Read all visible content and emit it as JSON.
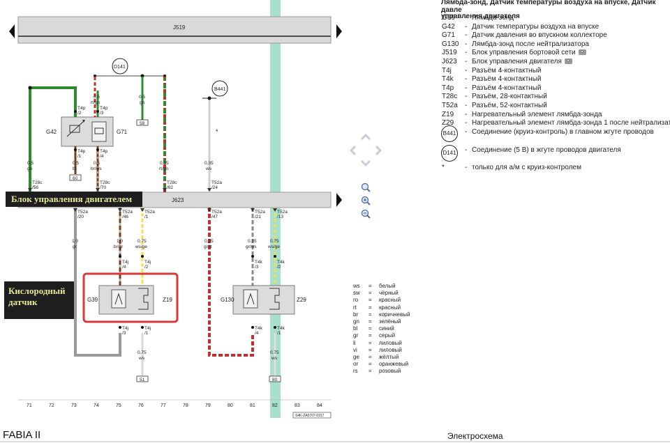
{
  "bus_top_label": "J519",
  "bus_mid_label": "J623",
  "legend": {
    "title_line1": "Лямбда-зонд, Датчик температуры воздуха на впуске, Датчик давле",
    "title_line2": "управления двигателя",
    "items": [
      {
        "code": "G39",
        "desc": "Лямбда-зонд",
        "camera": false
      },
      {
        "code": "G42",
        "desc": "Датчик температуры воздуха на впуске",
        "camera": false
      },
      {
        "code": "G71",
        "desc": "Датчик давления во впускном коллекторе",
        "camera": false
      },
      {
        "code": "G130",
        "desc": "Лямбда-зонд после нейтрализатора",
        "camera": false
      },
      {
        "code": "J519",
        "desc": "Блок управления бортовой сети",
        "camera": true
      },
      {
        "code": "J623",
        "desc": "Блок управления двигателя",
        "camera": true
      },
      {
        "code": "T4j",
        "desc": "Разъём 4-контактный",
        "camera": false
      },
      {
        "code": "T4k",
        "desc": "Разъём 4-контактный",
        "camera": false
      },
      {
        "code": "T4p",
        "desc": "Разъём 4-контактный",
        "camera": false
      },
      {
        "code": "T28c",
        "desc": "Разъём, 28-контактный",
        "camera": false
      },
      {
        "code": "T52a",
        "desc": "Разъём, 52-контактный",
        "camera": false
      },
      {
        "code": "Z19",
        "desc": "Нагревательный элемент лямбда-зонда",
        "camera": false
      },
      {
        "code": "Z29",
        "desc": "Нагревательный элемент лямбда-зонда 1 после нейтрализатора",
        "camera": false
      }
    ],
    "circle_items": [
      {
        "code": "B441",
        "desc": "Соединение (круиз-контроль) в главном жгуте проводов"
      },
      {
        "code": "D141",
        "desc": "Соединение (5 В) в жгуте проводов двигателя"
      }
    ],
    "star_item": {
      "code": "*",
      "desc": "только для а/м с круиз-контролем"
    }
  },
  "color_codes": [
    {
      "k": "ws",
      "v": "белый"
    },
    {
      "k": "sw",
      "v": "чёрный"
    },
    {
      "k": "ro",
      "v": "красный"
    },
    {
      "k": "rt",
      "v": "красный"
    },
    {
      "k": "br",
      "v": "коричневый"
    },
    {
      "k": "gn",
      "v": "зелёный"
    },
    {
      "k": "bl",
      "v": "синий"
    },
    {
      "k": "gr",
      "v": "серый"
    },
    {
      "k": "li",
      "v": "лиловый"
    },
    {
      "k": "vi",
      "v": "лиловый"
    },
    {
      "k": "ge",
      "v": "жёлтый"
    },
    {
      "k": "or",
      "v": "оранжевый"
    },
    {
      "k": "rs",
      "v": "розовый"
    }
  ],
  "callouts": {
    "ecu": "Блок управления двигателем",
    "o2_line1": "Кислородный",
    "o2_line2": "датчик"
  },
  "components": {
    "g42": "G42",
    "g71": "G71",
    "g39": "G39",
    "z19": "Z19",
    "g130": "G130",
    "z29": "Z29",
    "d141": "D141",
    "b441": "B441"
  },
  "wires": {
    "w1_size": "0.5",
    "w1_color": "gn",
    "w2_size": "0.5",
    "w2_color": "br",
    "w3_size": "0.5",
    "w3_color": "br/ws",
    "w4_size": "0.5",
    "w4_color": "rt/gn",
    "w5_size": "0.5",
    "w5_color": "gn",
    "w6_size": "0.35",
    "w6_color": "rt/gn",
    "w7_size": "0.35",
    "w7_color": "ws",
    "w8_size": "1.0",
    "w8_color": "gr",
    "w9_size": "1.0",
    "w9_color": "br/gr",
    "w10_size": "0.75",
    "w10_color": "ws/ge",
    "w11_size": "0.35",
    "w11_color": "gr/rt",
    "w12_size": "0.35",
    "w12_color": "gr/ws",
    "w13_size": "0.75",
    "w13_color": "ws/ge",
    "w14_size": "0.75",
    "w14_color": "ws",
    "w15_size": "0.75",
    "w15_color": "ws"
  },
  "connectors": {
    "t4p_2": "T4p",
    "t4p_2n": "/2",
    "t4p_3": "T4p",
    "t4p_3n": "/3",
    "t4p_1": "T4p",
    "t4p_1n": "/1",
    "t4p_4": "T4p",
    "t4p_4n": "/4",
    "t28c_56": "T28c",
    "t28c_56n": "/56",
    "t28c_70": "T28c",
    "t28c_70n": "/70",
    "t28c_62": "T28c",
    "t28c_62n": "/62",
    "t52a_24": "T52a",
    "t52a_24n": "/24",
    "t52a_20": "T52a",
    "t52a_20n": "/20",
    "t52a_46": "T52a",
    "t52a_46n": "/46",
    "t52a_1": "T52a",
    "t52a_1n": "/1",
    "t52a_47": "T52a",
    "t52a_47n": "/47",
    "t52a_21": "T52a",
    "t52a_21n": "/21",
    "t52a_13": "T52a",
    "t52a_13n": "/13",
    "t4j_4": "T4j",
    "t4j_4n": "/4",
    "t4j_2": "T4j",
    "t4j_2n": "/2",
    "t4j_3": "T4j",
    "t4j_3n": "/3",
    "t4j_1": "T4j",
    "t4j_1n": "/1",
    "t4k_3": "T4k",
    "t4k_3n": "/3",
    "t4k_2": "T4k",
    "t4k_2n": "/2",
    "t4k_4": "T4k",
    "t4k_4n": "/4",
    "t4k_1": "T4k",
    "t4k_1n": "/1"
  },
  "refs": {
    "r58": "58",
    "r60": "60",
    "r51": "51",
    "r80": "80"
  },
  "star_mark": "*",
  "columns": [
    "71",
    "72",
    "73",
    "74",
    "75",
    "76",
    "77",
    "78",
    "79",
    "80",
    "81",
    "82",
    "83",
    "84"
  ],
  "doc_code": "S4K-ZA0707-0317",
  "footer": {
    "model": "FABIA II",
    "title": "Электросхема"
  },
  "colors": {
    "highlight": "#a8e0cf",
    "callout_bg": "#1e1e1e",
    "callout_text": "#e3e896",
    "sensor_frame": "#d63a3a",
    "bus_fill": "#d9d9d9"
  }
}
